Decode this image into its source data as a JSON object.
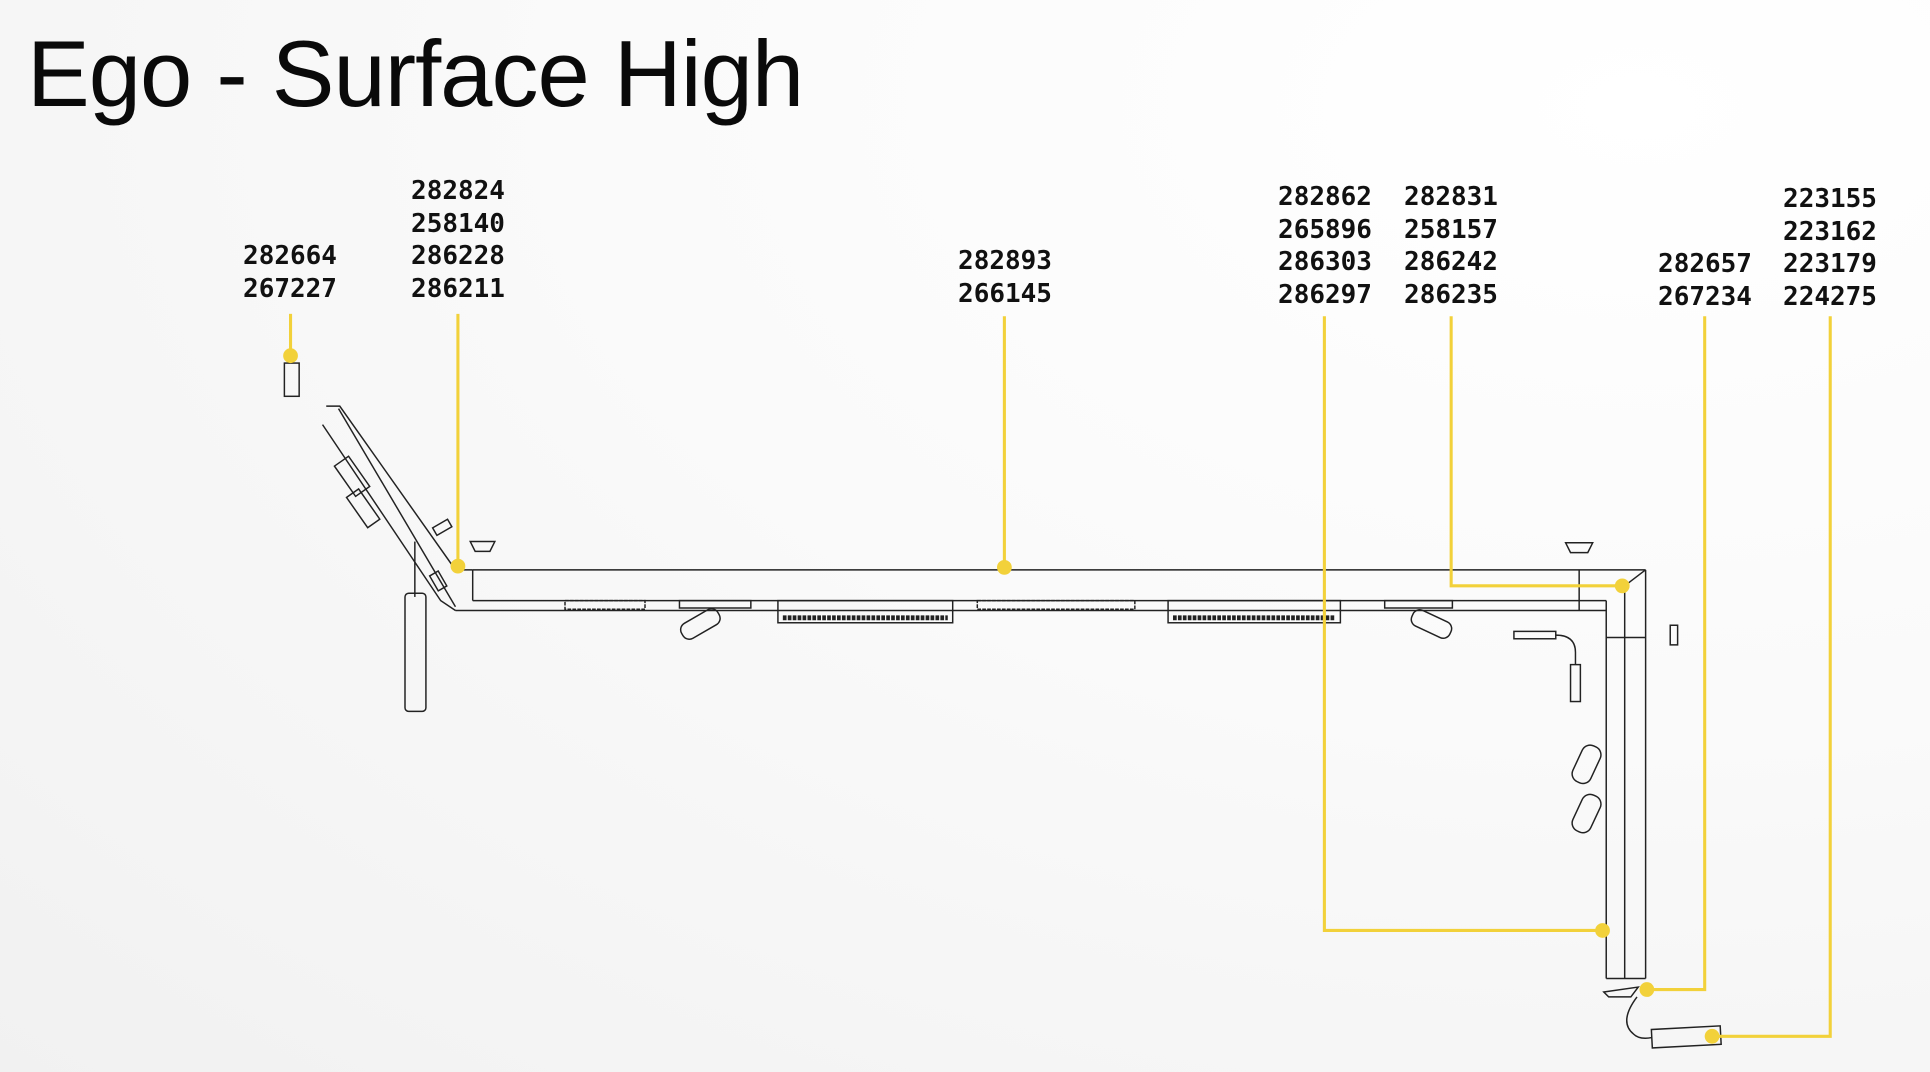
{
  "title": "Ego - Surface High",
  "accent_color": "#f2d13a",
  "callouts": [
    {
      "codes": [
        "282664",
        "267227"
      ]
    },
    {
      "codes": [
        "282824",
        "258140",
        "286228",
        "286211"
      ]
    },
    {
      "codes": [
        "282893",
        "266145"
      ]
    },
    {
      "codes": [
        "282862",
        "265896",
        "286303",
        "286297"
      ]
    },
    {
      "codes": [
        "282831",
        "258157",
        "286242",
        "286235"
      ]
    },
    {
      "codes": [
        "282657",
        "267234"
      ]
    },
    {
      "codes": [
        "223155",
        "223162",
        "223179",
        "224275"
      ]
    }
  ]
}
